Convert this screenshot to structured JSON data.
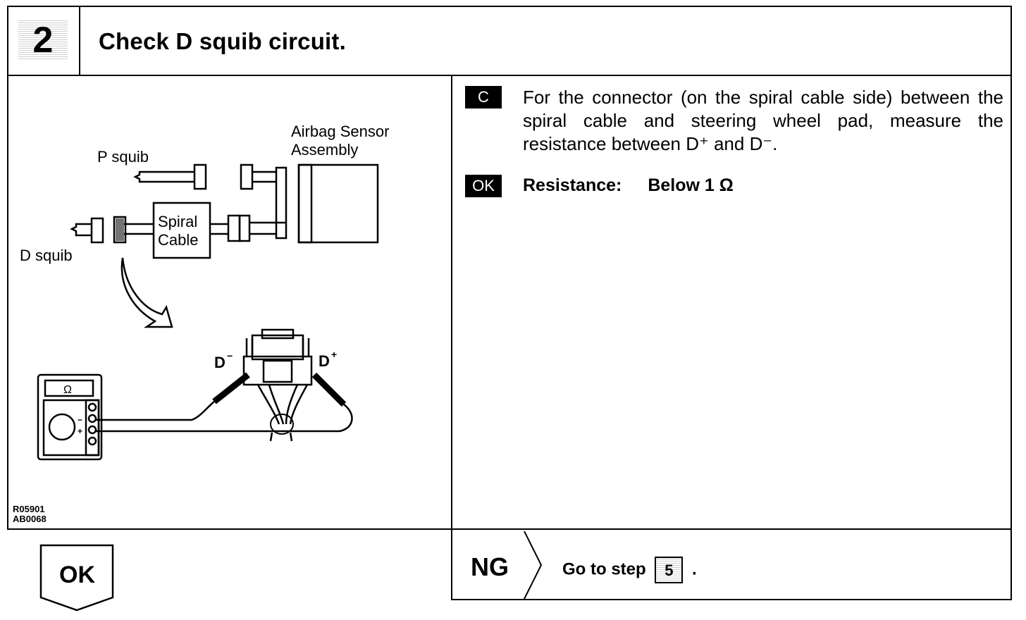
{
  "step": {
    "number": "2",
    "title": "Check D squib circuit."
  },
  "diagram": {
    "labels": {
      "airbag_sensor_line1": "Airbag Sensor",
      "airbag_sensor_line2": "Assembly",
      "p_squib": "P squib",
      "d_squib": "D squib",
      "spiral_line1": "Spiral",
      "spiral_line2": "Cable",
      "d_minus": "D",
      "d_minus_sup": "−",
      "d_plus": "D",
      "d_plus_sup": "+",
      "ohm": "Ω",
      "meter_minus": "−",
      "meter_plus": "+"
    },
    "codes": [
      "R05901",
      "AB0068"
    ]
  },
  "instruction": {
    "tag": "C",
    "text": "For the connector (on the spiral cable side) between the spiral cable and steering wheel pad, measure the resistance between D⁺ and D⁻."
  },
  "spec": {
    "tag": "OK",
    "label": "Resistance:",
    "value": "Below 1 Ω"
  },
  "ok_branch": {
    "label": "OK"
  },
  "ng_branch": {
    "label": "NG",
    "text": "Go to step",
    "step": "5",
    "end": "."
  }
}
